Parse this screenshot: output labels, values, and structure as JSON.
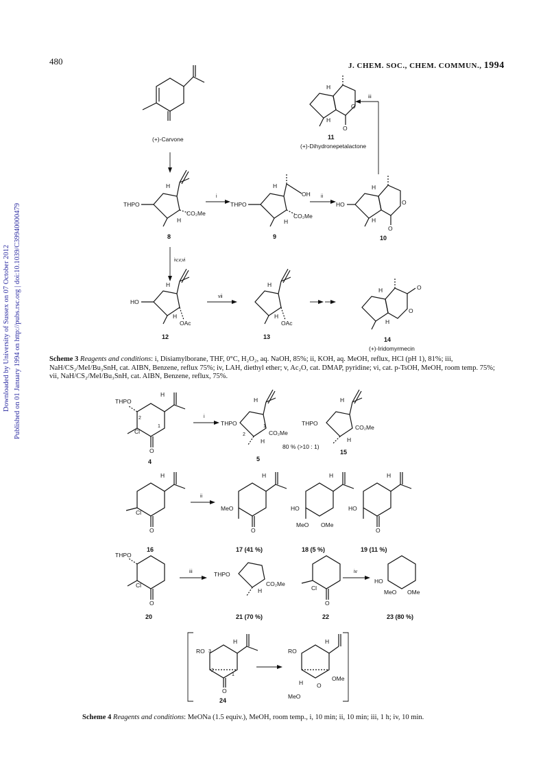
{
  "page_number": "480",
  "journal": {
    "name": "J. CHEM. SOC., CHEM. COMMUN.,",
    "year": "1994"
  },
  "sidebar": {
    "line1": "Downloaded by University of Sussex on 07 October 2012",
    "line2": "Published on 01 January 1994 on http://pubs.rsc.org | doi:10.1039/C39940000479"
  },
  "scheme3": {
    "compounds": {
      "carvone_name": "(+)-Carvone",
      "c11_num": "11",
      "c11_name": "(+)-Dihydronepetalactone",
      "c8": "8",
      "c9": "9",
      "c10": "10",
      "c12": "12",
      "c13": "13",
      "c14": "14",
      "c14_name": "(+)-Iridomyrmecin"
    },
    "labels": {
      "thpo": "THPO",
      "ho": "HO",
      "co2me": "CO₂Me",
      "oh": "OH",
      "oac": "OAc",
      "h": "H",
      "o": "O"
    },
    "arrows": {
      "i": "i",
      "ii": "ii",
      "iii": "iii",
      "ivvvi": "iv,v,vi",
      "vii": "vii"
    },
    "caption_title": "Scheme 3",
    "caption_italic": "Reagents and conditions",
    "caption_text": ": i, Disiamylborane, THF, 0°C, H₂O₂, aq. NaOH, 85%; ii, KOH, aq. MeOH, reflux, HCl (pH 1), 81%; iii, NaH/CS₂/MeI/Bu₃SnH, cat. AIBN, Benzene, reflux 75%; iv, LAH, diethyl ether; v, Ac₂O, cat. DMAP, pyridine; vi, cat. p-TsOH, MeOH, room temp. 75%; vii, NaH/CS₂/MeI/Bu₃SnH, cat. AIBN, Benzene, reflux, 75%."
  },
  "scheme4": {
    "compounds": {
      "c4": "4",
      "c5": "5",
      "c15": "15",
      "c16": "16",
      "c17": "17 (41 %)",
      "c18": "18 (5 %)",
      "c19": "19 (11 %)",
      "c20": "20",
      "c21": "21 (70 %)",
      "c22": "22",
      "c23": "23 (80 %)",
      "c24": "24"
    },
    "ratio": "80 % (>10 : 1)",
    "labels": {
      "thpo": "THPO",
      "cl": "Cl",
      "meo": "MeO",
      "ome": "OMe",
      "ho": "HO",
      "ro": "RO",
      "co2me": "CO₂Me",
      "h": "H",
      "o": "O",
      "n1": "1",
      "n2": "2",
      "n3": "3"
    },
    "arrows": {
      "i": "i",
      "ii": "ii",
      "iii": "iii",
      "iv": "iv"
    },
    "caption_title": "Scheme 4",
    "caption_italic": "Reagents and conditions",
    "caption_text": ": MeONa (1.5 equiv.), MeOH, room temp., i, 10 min; ii, 10 min; iii, 1 h; iv, 10 min."
  }
}
